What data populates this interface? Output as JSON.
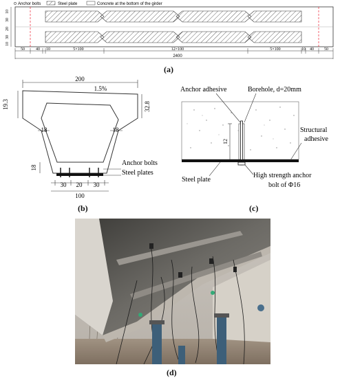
{
  "panel_a": {
    "legend": {
      "anchor": "Anchor bolts",
      "steel": "Steel plate",
      "concrete": "Concrete at the bottom of the girder"
    },
    "left_dims": [
      "10",
      "30",
      "20",
      "30",
      "10"
    ],
    "bottom_dims": [
      "50",
      "40",
      "10",
      "5×100",
      "12×100",
      "5×100",
      "10",
      "40",
      "50"
    ],
    "total": "2400",
    "caption": "(a)"
  },
  "panel_b": {
    "top_width": "200",
    "slope": "1.5%",
    "left_height": "19.3",
    "right_height": "32.8",
    "web_left": "18",
    "web_right": "18",
    "bottom_thickness": "18",
    "anchor_label": "Anchor bolts",
    "steel_label": "Steel plates",
    "bottom_dims": [
      "30",
      "20",
      "30"
    ],
    "bottom_width": "100",
    "caption": "(b)"
  },
  "panel_c": {
    "adhesive": "Anchor adhesive",
    "borehole": "Borehole, d=20mm",
    "structural_1": "Structural",
    "structural_2": "adhesive",
    "depth": "12",
    "steel": "Steel plate",
    "bolt_1": "High strength anchor",
    "bolt_2": "bolt of Φ16",
    "caption": "(c)"
  },
  "panel_d": {
    "caption": "(d)"
  }
}
